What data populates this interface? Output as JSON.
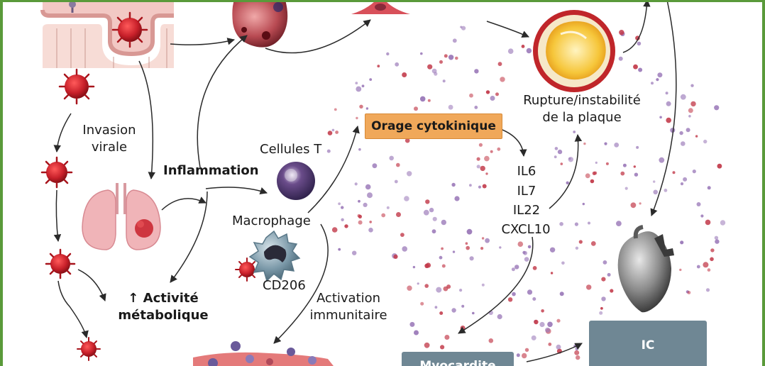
{
  "labels": {
    "invasion_line1": "Invasion",
    "invasion_line2": "virale",
    "inflammation": "Inflammation",
    "cellules_t": "Cellules T",
    "macrophage": "Macrophage",
    "cd206": "CD206",
    "activite_arrow": "↑",
    "activite_line1": "Activité",
    "activite_line2": "métabolique",
    "activation_line1": "Activation",
    "activation_line2": "immunitaire",
    "orage": "Orage cytokinique",
    "rupture_line1": "Rupture/instabilité",
    "rupture_line2": "de la plaque",
    "il6": "IL6",
    "il7": "IL7",
    "il22": "IL22",
    "cxcl10": "CXCL10",
    "myocardite": "Myocardite",
    "ic": "IC"
  },
  "colors": {
    "frame": "#5a9a3a",
    "orange_box": "#f0a85a",
    "slate_box": "#6f8794",
    "virus": "#c8202a",
    "dot_purple": "#9a78b8",
    "dot_red": "#c23a4a"
  }
}
